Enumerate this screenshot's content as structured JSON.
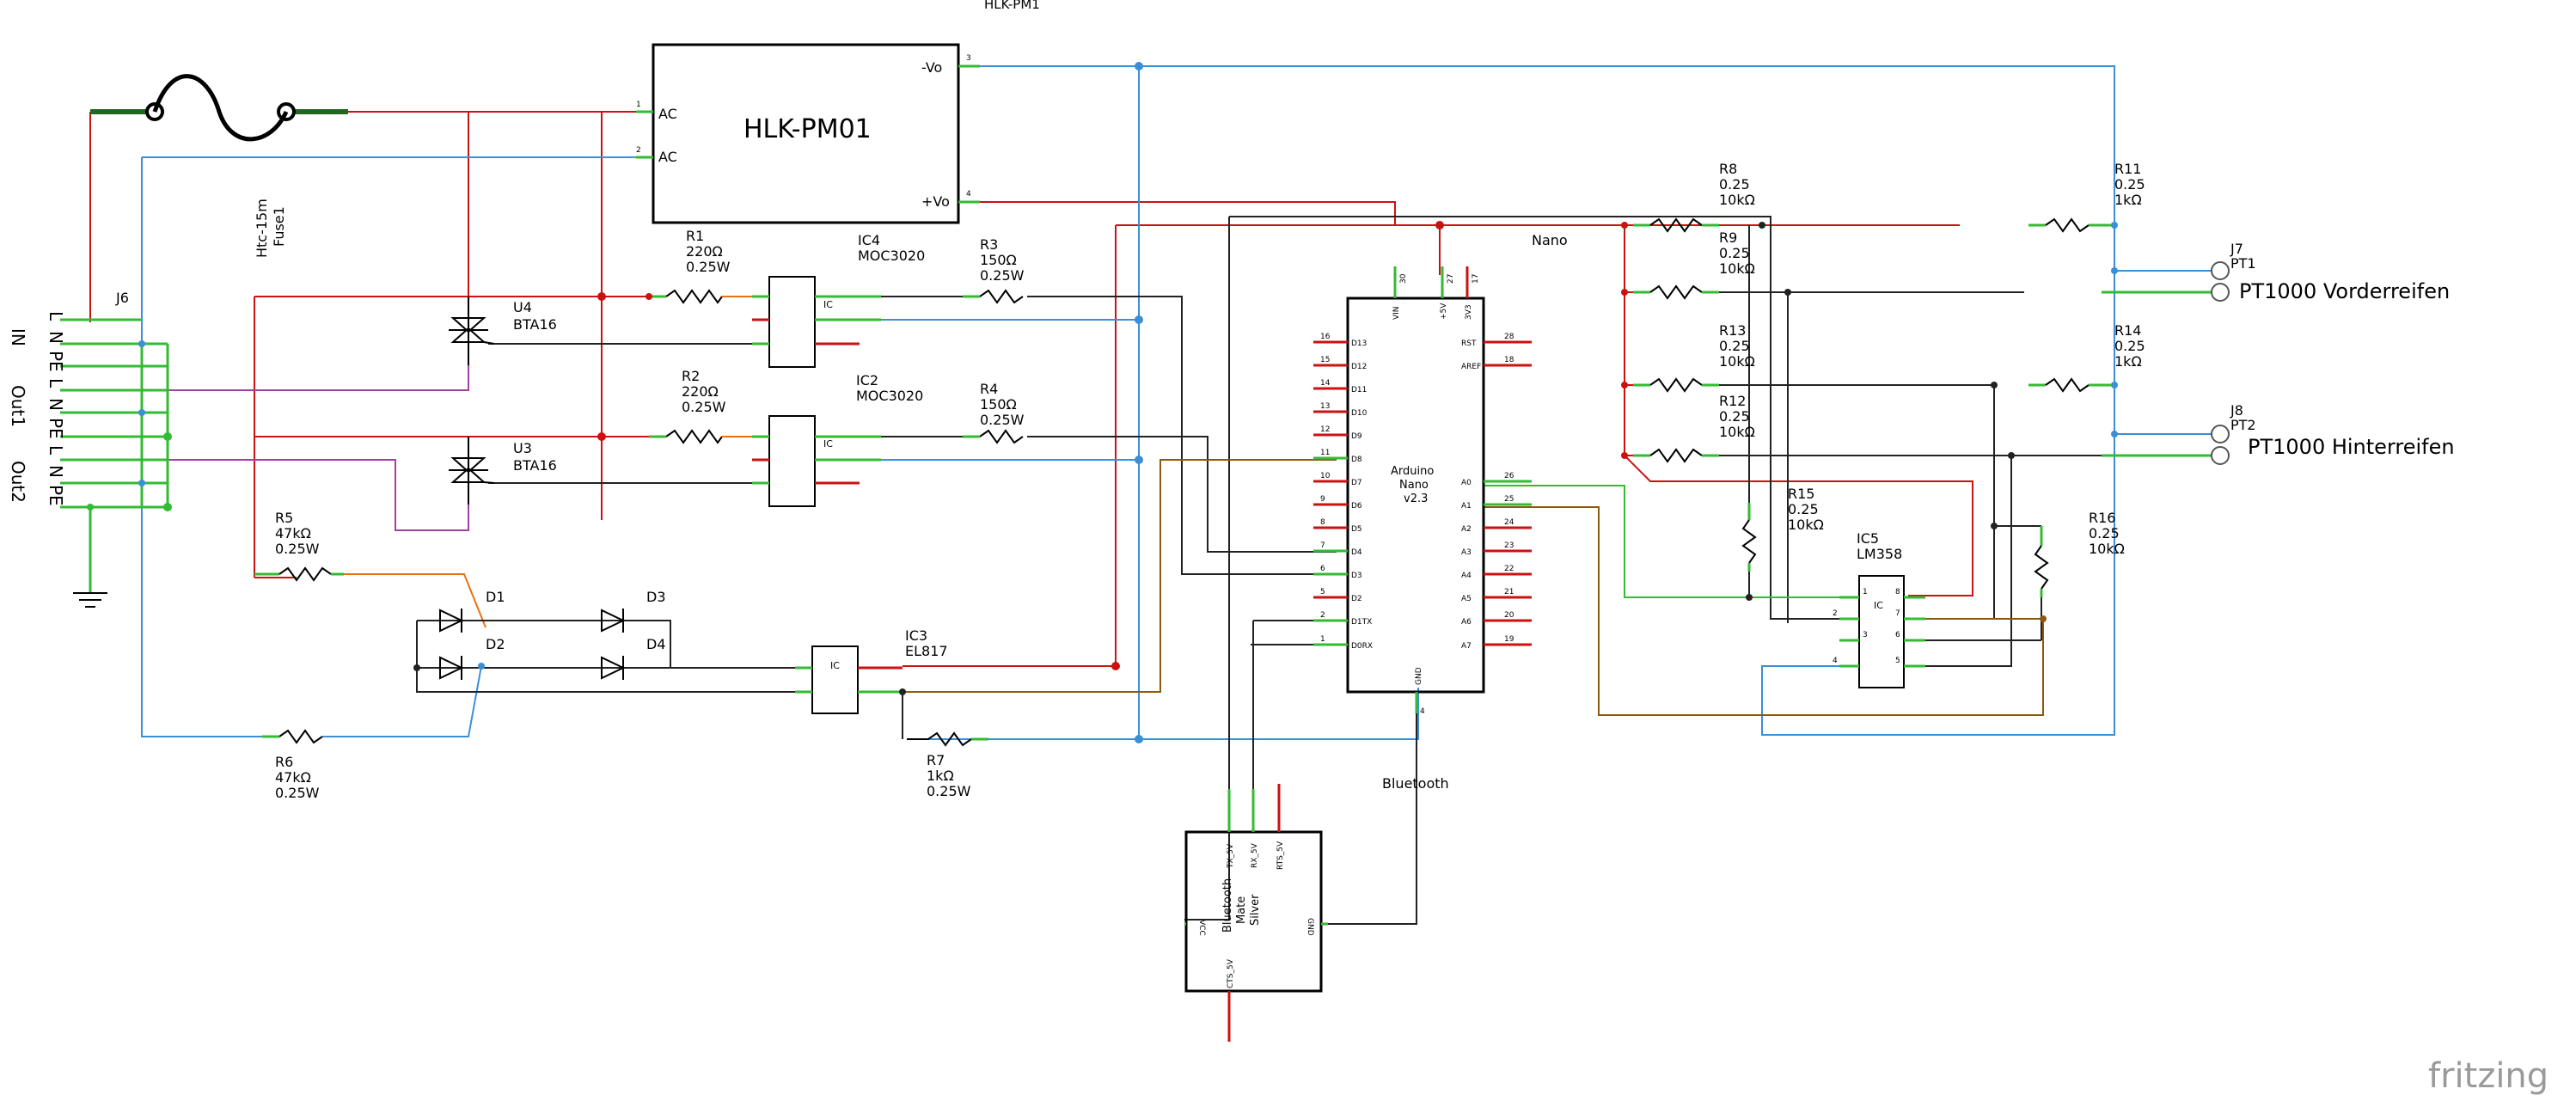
{
  "title": "HLK-PM1",
  "colors": {
    "red": "#cc1111",
    "blue": "#3a8fd6",
    "black": "#222222",
    "green": "#33bb33",
    "purple": "#a040a0",
    "orange": "#e87010",
    "brown": "#8a5a10",
    "body": "#000000"
  },
  "hlk": {
    "name": "HLK-PM01",
    "ac1": "AC",
    "ac2": "AC",
    "vneg": "-Vo",
    "vpos": "+Vo",
    "p1": "1",
    "p2": "2",
    "p3": "3",
    "p4": "4"
  },
  "fuse": {
    "name": "Fuse1",
    "value": "Htc-15m"
  },
  "j6": {
    "name": "J6",
    "pins": [
      "L",
      "N",
      "PE",
      "L",
      "N",
      "PE",
      "L",
      "N",
      "PE"
    ],
    "groups": [
      "IN",
      "Out1",
      "Out2"
    ]
  },
  "triacs": [
    {
      "name": "U4",
      "value": "BTA16"
    },
    {
      "name": "U3",
      "value": "BTA16"
    }
  ],
  "resistors_left": [
    {
      "name": "R1",
      "value": "220Ω",
      "power": "0.25W"
    },
    {
      "name": "R2",
      "value": "220Ω",
      "power": "0.25W"
    },
    {
      "name": "R3",
      "value": "150Ω",
      "power": "0.25W"
    },
    {
      "name": "R4",
      "value": "150Ω",
      "power": "0.25W"
    },
    {
      "name": "R5",
      "value": "47kΩ",
      "power": "0.25W"
    },
    {
      "name": "R6",
      "value": "47kΩ",
      "power": "0.25W"
    },
    {
      "name": "R7",
      "value": "1kΩ",
      "power": "0.25W"
    }
  ],
  "optos": [
    {
      "name": "IC4",
      "value": "MOC3020",
      "tag": "IC"
    },
    {
      "name": "IC2",
      "value": "MOC3020",
      "tag": "IC"
    },
    {
      "name": "IC3",
      "value": "EL817",
      "tag": "IC"
    }
  ],
  "diodes": [
    "D1",
    "D2",
    "D3",
    "D4"
  ],
  "nano": {
    "label": "Nano",
    "line1": "Arduino",
    "line2": "Nano",
    "line3": "v2.3",
    "top_pins": [
      "VIN",
      "+5V",
      "3V3"
    ],
    "top_nums": [
      "30",
      "27",
      "17"
    ],
    "left_pins": [
      "D13",
      "D12",
      "D11",
      "D10",
      "D9",
      "D8",
      "D7",
      "D6",
      "D5",
      "D4",
      "D3",
      "D2",
      "D1TX",
      "D0RX"
    ],
    "left_nums": [
      "16",
      "15",
      "14",
      "13",
      "12",
      "11",
      "10",
      "9",
      "8",
      "7",
      "6",
      "5",
      "2",
      "1"
    ],
    "right_pins": [
      "RST",
      "AREF",
      "A0",
      "A1",
      "A2",
      "A3",
      "A4",
      "A5",
      "A6",
      "A7"
    ],
    "right_nums": [
      "28",
      "18",
      "26",
      "25",
      "24",
      "23",
      "22",
      "21",
      "20",
      "19"
    ],
    "bottom_pin": "GND",
    "bottom_num": "4"
  },
  "bt": {
    "label": "Bluetooth",
    "name": "Bluetooth Mate Silver",
    "l1": "Bluetooth",
    "l2": "Mate",
    "l3": "Silver",
    "pins": [
      "TX_5V",
      "RX_5V",
      "RTS_5V",
      "VCC",
      "GND",
      "CTS_5V"
    ]
  },
  "resistors_right": [
    {
      "name": "R8",
      "l1": "0.25",
      "l2": "10kΩ"
    },
    {
      "name": "R9",
      "l1": "0.25",
      "l2": "10kΩ"
    },
    {
      "name": "R13",
      "l1": "0.25",
      "l2": "10kΩ"
    },
    {
      "name": "R12",
      "l1": "0.25",
      "l2": "10kΩ"
    },
    {
      "name": "R15",
      "l1": "0.25",
      "l2": "10kΩ"
    },
    {
      "name": "R11",
      "l1": "0.25",
      "l2": "1kΩ"
    },
    {
      "name": "R14",
      "l1": "0.25",
      "l2": "1kΩ"
    },
    {
      "name": "R16",
      "l1": "0.25",
      "l2": "10kΩ"
    }
  ],
  "ic5": {
    "name": "IC5",
    "value": "LM358",
    "tag": "IC",
    "left_nums": [
      "1",
      "2",
      "3",
      "4"
    ],
    "right_nums": [
      "8",
      "7",
      "6",
      "5"
    ]
  },
  "j7": {
    "name": "J7",
    "sub": "PT1",
    "desc": "PT1000 Vorderreifen"
  },
  "j8": {
    "name": "J8",
    "sub": "PT2",
    "desc": "PT1000 Hinterreifen"
  },
  "watermark": "fritzing"
}
